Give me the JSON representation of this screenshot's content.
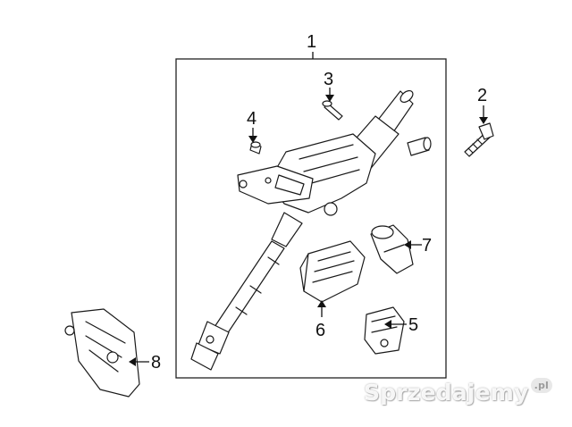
{
  "callouts": {
    "c1": "1",
    "c2": "2",
    "c3": "3",
    "c4": "4",
    "c5": "5",
    "c6": "6",
    "c7": "7",
    "c8": "8"
  },
  "watermark": {
    "text": "Sprzedajemy",
    "badge": ".pl"
  },
  "colors": {
    "ink": "#1a1a1a",
    "background": "#ffffff"
  }
}
